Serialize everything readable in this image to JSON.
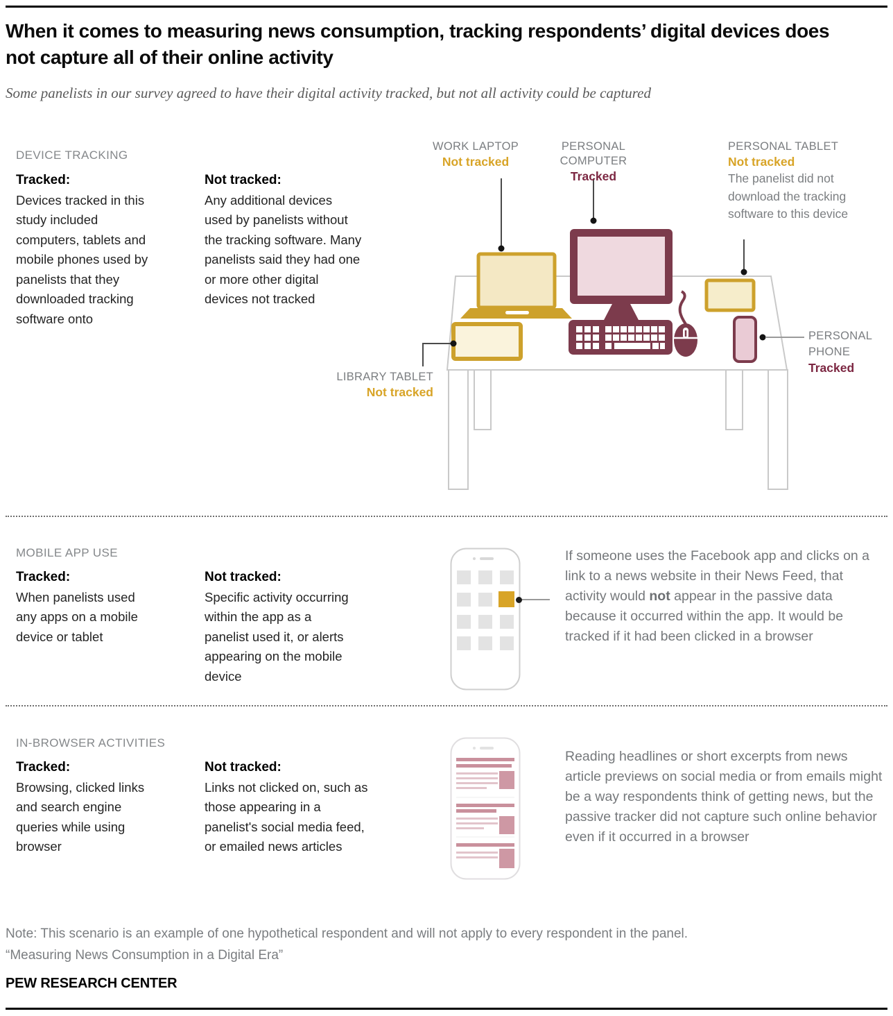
{
  "header": {
    "title": "When it comes to measuring news consumption, tracking respondents’ digital devices does not capture all of their online activity",
    "subtitle": "Some panelists in our survey agreed to have their digital activity tracked, but not all activity could be captured"
  },
  "device_tracking": {
    "label": "DEVICE TRACKING",
    "tracked_heading": "Tracked:",
    "tracked_text": "Devices tracked in this study included computers, tablets and mobile phones used by panelists that they downloaded tracking software onto",
    "not_tracked_heading": "Not tracked:",
    "not_tracked_text": "Any additional devices used by panelists without the tracking software. Many panelists said they had one or more other digital devices not tracked",
    "devices": {
      "work_laptop": {
        "name": "WORK LAPTOP",
        "status": "Not tracked"
      },
      "personal_computer": {
        "name": "PERSONAL COMPUTER",
        "status": "Tracked"
      },
      "personal_tablet": {
        "name": "PERSONAL TABLET",
        "status": "Not tracked",
        "note": "The panelist did not download the tracking software to this device"
      },
      "library_tablet": {
        "name": "LIBRARY TABLET",
        "status": "Not tracked"
      },
      "personal_phone": {
        "name": "PERSONAL PHONE",
        "status": "Tracked"
      }
    }
  },
  "mobile_app_use": {
    "label": "MOBILE APP USE",
    "tracked_heading": "Tracked:",
    "tracked_text": "When panelists used any apps on a mobile device or tablet",
    "not_tracked_heading": "Not tracked:",
    "not_tracked_text": "Specific activity occurring within the app as a panelist used it, or alerts appearing on the mobile device",
    "callout": {
      "before": "If someone uses the Facebook app and clicks on a link to a news website in their News Feed, that activity would ",
      "bold": "not",
      "after": " appear in the passive data because it occurred within the app. It would be tracked if it had been clicked in a browser"
    }
  },
  "in_browser_activities": {
    "label": "IN-BROWSER ACTIVITIES",
    "tracked_heading": "Tracked:",
    "tracked_text": "Browsing, clicked links and search engine queries while using browser",
    "not_tracked_heading": "Not tracked:",
    "not_tracked_text": "Links not clicked on, such as those appearing in a panelist's social media feed, or emailed news articles",
    "callout_text": "Reading headlines or short excerpts from news article previews on social media or from emails might be a way respondents think of getting news, but the passive tracker did not capture such online behavior even if it occurred in a browser"
  },
  "footer": {
    "note": "Note: This scenario is an example of one hypothetical respondent and will not apply to every respondent in the panel.",
    "source": "“Measuring News Consumption in a Digital Era”",
    "brand": "PEW RESEARCH CENTER"
  },
  "colors": {
    "tracked_text": "#7C2742",
    "not_tracked_text": "#D8A427",
    "device_maroon": "#7C3B4C",
    "device_gold": "#CDA12C",
    "label_gray": "#7B7E81"
  }
}
